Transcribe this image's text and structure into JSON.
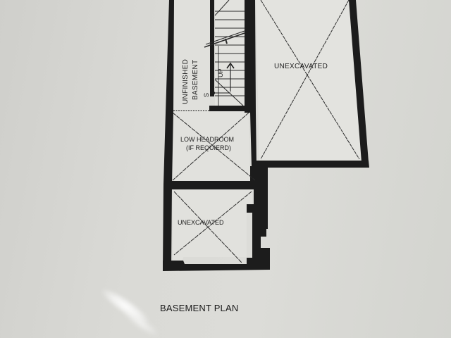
{
  "drawing": {
    "title": "BASEMENT PLAN",
    "rooms": [
      {
        "id": "unfinished-basement",
        "label_line1": "UNFINISHED",
        "label_line2": "BASEMENT",
        "crossed": false
      },
      {
        "id": "unexcavated-large",
        "label": "UNEXCAVATED",
        "crossed": true
      },
      {
        "id": "low-headroom",
        "label_line1": "LOW HEADROOM",
        "label_line2": "(IF REQUIERD)",
        "crossed": true
      },
      {
        "id": "unexcavated-small",
        "label": "UNEXCAVATED",
        "crossed": true
      }
    ],
    "stair": {
      "direction_label": "UP",
      "arrow": "up-arrow"
    }
  },
  "colors": {
    "paper": "#d8d8d4",
    "wall": "#1c1c1c",
    "room_fill": "#e2e2de",
    "text": "#1e1e1e"
  }
}
